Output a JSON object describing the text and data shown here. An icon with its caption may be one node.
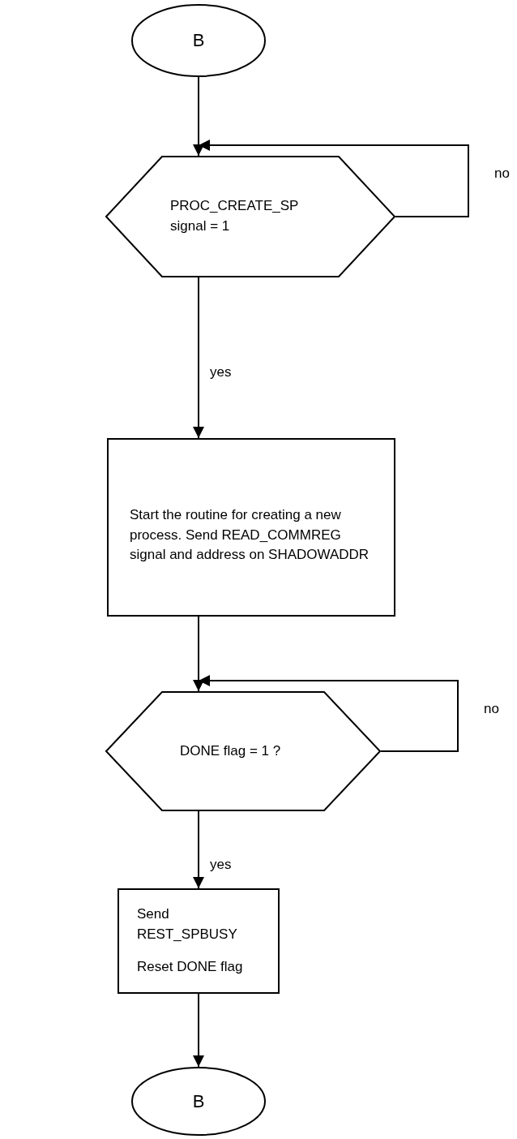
{
  "diagram": {
    "nodes": [
      {
        "text": [
          "B"
        ]
      },
      {
        "text": [
          "PROC_CREATE_SP signal = 1"
        ]
      },
      {
        "text": [
          "Start the routine for creating a new process. Send READ_COMMREG signal and address on SHADOWADDR"
        ]
      },
      {
        "text": [
          "DONE flag = 1 ?"
        ]
      },
      {
        "text": [
          "Send REST_SPBUSY",
          "Reset DONE flag"
        ]
      },
      {
        "text": [
          "B"
        ]
      }
    ],
    "edges": [
      {
        "from": 0,
        "to": 1,
        "arrow": "to"
      },
      {
        "from": 1,
        "to": 1,
        "arrow": "to",
        "label": "no"
      },
      {
        "from": 1,
        "to": 2,
        "arrow": "to",
        "label": "yes"
      },
      {
        "from": 2,
        "to": 3,
        "arrow": "to"
      },
      {
        "from": 3,
        "to": 3,
        "arrow": "to",
        "label": "no"
      },
      {
        "from": 3,
        "to": 4,
        "arrow": "to",
        "label": "yes"
      },
      {
        "from": 4,
        "to": 5,
        "arrow": "to"
      }
    ]
  }
}
